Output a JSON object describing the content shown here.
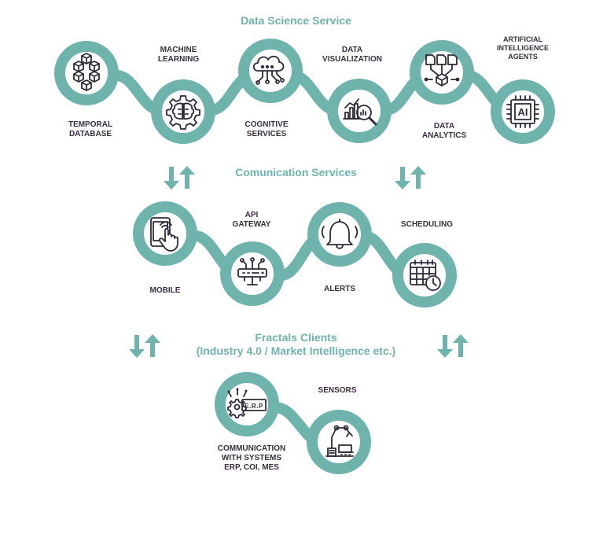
{
  "colors": {
    "teal": "#6fb3ad",
    "text": "#3a2d3f",
    "icon": "#2f2a3a"
  },
  "sections": {
    "data_science": {
      "title": "Data Science Service"
    },
    "communication": {
      "title": "Comunication Services"
    },
    "fractals": {
      "title_line1": "Fractals Clients",
      "title_line2": "(Industry 4.0 / Market Intelligence etc.)"
    }
  },
  "nodes": {
    "temporal_database": {
      "label": "TEMPORAL\nDATABASE",
      "icon": "cubes-icon"
    },
    "machine_learning": {
      "label": "MACHINE\nLEARNING",
      "icon": "brain-gear-icon"
    },
    "cognitive_services": {
      "label": "COGNITIVE\nSERVICES",
      "icon": "cloud-network-icon"
    },
    "data_visualization": {
      "label": "DATA\nVISUALIZATION",
      "icon": "chart-magnifier-icon"
    },
    "data_analytics": {
      "label": "DATA\nANALYTICS",
      "icon": "documents-network-icon"
    },
    "ai_agents": {
      "label": "ARTIFICIAL\nINTELLIGENCE\nAGENTS",
      "icon": "ai-chip-icon"
    },
    "mobile": {
      "label": "MOBILE",
      "icon": "tablet-touch-icon"
    },
    "api_gateway": {
      "label": "API\nGATEWAY",
      "icon": "router-icon"
    },
    "alerts": {
      "label": "ALERTS",
      "icon": "bell-icon"
    },
    "scheduling": {
      "label": "SCHEDULING",
      "icon": "calendar-clock-icon"
    },
    "communication_systems": {
      "label": "COMMUNICATION\nWITH SYSTEMS\nERP, COI, MES",
      "icon": "erp-gear-icon",
      "badge": "E.R.P"
    },
    "sensors": {
      "label": "SENSORS",
      "icon": "robot-arm-icon"
    },
    "ai_chip": {
      "badge": "AI"
    }
  }
}
